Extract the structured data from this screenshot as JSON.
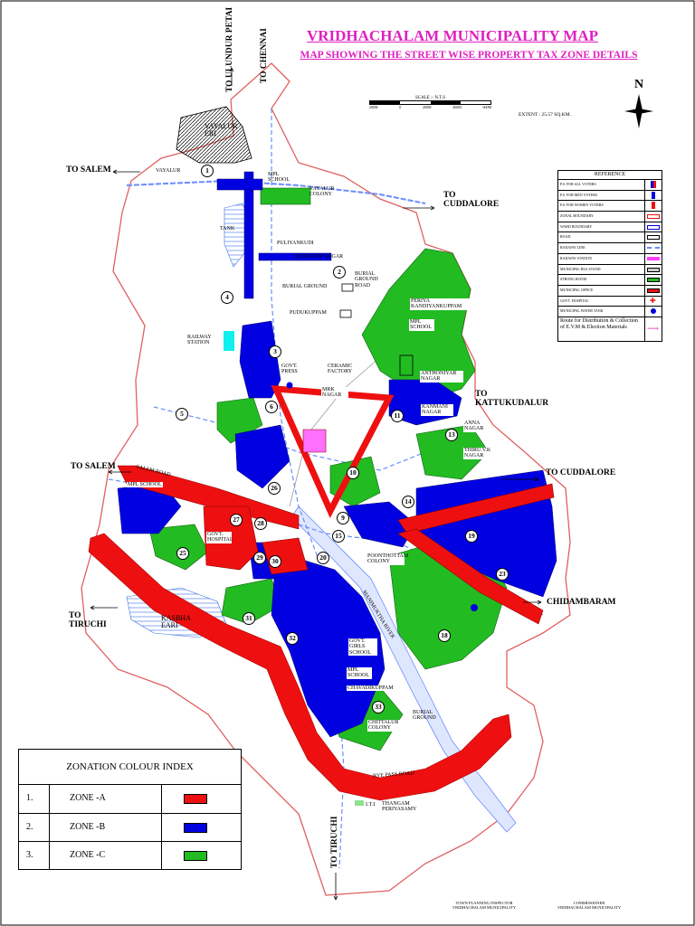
{
  "title": "VRIDHACHALAM MUNICIPALITY MAP",
  "subtitle": "MAP SHOWING THE STREET WISE PROPERTY  TAX ZONE DETAILS",
  "scale": {
    "label": "SCALE :- N.T.S",
    "ticks": [
      "200M",
      "0",
      "200M",
      "400M",
      "600M"
    ]
  },
  "extent": "EXTENT : 25.57 SQ.KM.",
  "north": "N",
  "colors": {
    "zone_a": "#ff0000",
    "zone_b": "#0000e0",
    "zone_c": "#22bb22",
    "boundary": "#e06060",
    "rail": "#6a8cff"
  },
  "directions": {
    "ulundur": "TO ULUNDUR PETAI",
    "chennai": "TO CHENNAI",
    "salem_top": "TO SALEM",
    "cuddalore_top": "TO CUDDALORE",
    "kattukudalur": "TO KATTUKUDALUR",
    "salem_mid": "TO SALEM",
    "cuddalore_mid": "TO  CUDDALORE",
    "chidambaram": "CHIDAMBARAM",
    "tiruchi_left": "TO TIRUCHI",
    "tiruchi_bottom": "TO TIRUCHI"
  },
  "places": {
    "vayalur_eri": "VAYALUR ERI",
    "vayalur": "VAYALUR",
    "mpl_school_top": "MPL SCHOOL",
    "vayalur_colony": "VAYALUR COLONY",
    "tank": "TANK",
    "puliyankudi": "PULIYANKUDI",
    "bharathi_nagar": "BHARATHI NAGAR",
    "burial_ground_road": "BURIAL GROUND ROAD",
    "burial_ground": "BURIAL GROUND",
    "pudukuppam": "PUDUKUPPAM",
    "railway_station": "RAILWAY STATION",
    "periya_kandiyankuppam": "PERIYA KANDIYANKUPPAM",
    "mpl_school_mid": "MPL SCHOOL",
    "anthoniyar_nagar": "ANTHONIYAR NAGAR",
    "govt_press": "GOVT. PRESS",
    "ceramic_factory": "CERAMIC FACTORY",
    "mrk_nagar": "MRK NAGAR",
    "kanmani_nagar": "KANMANI NAGAR",
    "anna_nagar": "ANNA NAGAR",
    "thiru_vk_nagar": "THIRU.V.K NAGAR",
    "salem_road": "SALEM ROAD",
    "mpl_school_left": "MPL SCHOOL",
    "govt_hospital": "GOVT. HOSPITAL",
    "poonthottam_colony": "POONTHOTTAM COLONY",
    "manimuktha_river": "MANIMUKTHA RIVER",
    "kasbha_eari": "KASBHA EARI",
    "govt_girls_school": "GOVT. GIRLS SCHOOL",
    "mpl_school_low": "MPL SCHOOL",
    "chavadikuppam": "CHAVADIKUPPAM",
    "burial_ground_low": "BURIAL GROUND",
    "chittalur_colony": "CHITTALUR COLONY",
    "bye_pass_road": "BYE PASS ROAD",
    "iti": "I.T.I",
    "thangam_periyasamy": "THANGAM PERIYASAMY"
  },
  "wards": [
    "1",
    "2",
    "3",
    "4",
    "5",
    "6",
    "9",
    "10",
    "11",
    "13",
    "14",
    "15",
    "18",
    "19",
    "20",
    "23",
    "25",
    "26",
    "27",
    "28",
    "29",
    "30",
    "31",
    "32",
    "33"
  ],
  "reference": {
    "title": "REFERENCE",
    "items": [
      {
        "label": "P.S. FOR ALL VOTERS",
        "symbol": "blue-red-bar"
      },
      {
        "label": "P.S. FOR MEN VOTERS",
        "symbol": "blue-bar"
      },
      {
        "label": "P.S. FOR WOMEN VOTERS",
        "symbol": "red-bar"
      },
      {
        "label": "ZONAL BOUNDARY",
        "symbol": "red-outline"
      },
      {
        "label": "WARD BOUNDARY",
        "symbol": "blue-outline"
      },
      {
        "label": "ROAD",
        "symbol": "road"
      },
      {
        "label": "RAILWAY LINE",
        "symbol": "rail"
      },
      {
        "label": "RAILWAY  STATION",
        "symbol": "magenta-box"
      },
      {
        "label": "MUNICIPAL  BUS  STAND",
        "symbol": "grey-box"
      },
      {
        "label": "STRONG ROOM",
        "symbol": "green-box"
      },
      {
        "label": "MUNICIPAL  OFFICE",
        "symbol": "red-box"
      },
      {
        "label": "GOVT. HOSPITAL",
        "symbol": "cross"
      },
      {
        "label": "MUNICIPAL  WATER  TANK",
        "symbol": "blue-dot"
      }
    ],
    "route": "Route for Distribution & Collection of E.V.M & Election Materials"
  },
  "zone_index": {
    "title": "ZONATION COLOUR INDEX",
    "rows": [
      {
        "n": "1.",
        "zone": "ZONE -A"
      },
      {
        "n": "2.",
        "zone": "ZONE -B"
      },
      {
        "n": "3.",
        "zone": "ZONE -C"
      }
    ]
  },
  "signatures": {
    "left_1": "TOWN PLANNING INSPECTOR",
    "left_2": "VRIDHACHALAM MUNICIPALITY",
    "right_1": "COMMISSIONER",
    "right_2": "VRIDHACHALAM MUNICIPALITY"
  }
}
